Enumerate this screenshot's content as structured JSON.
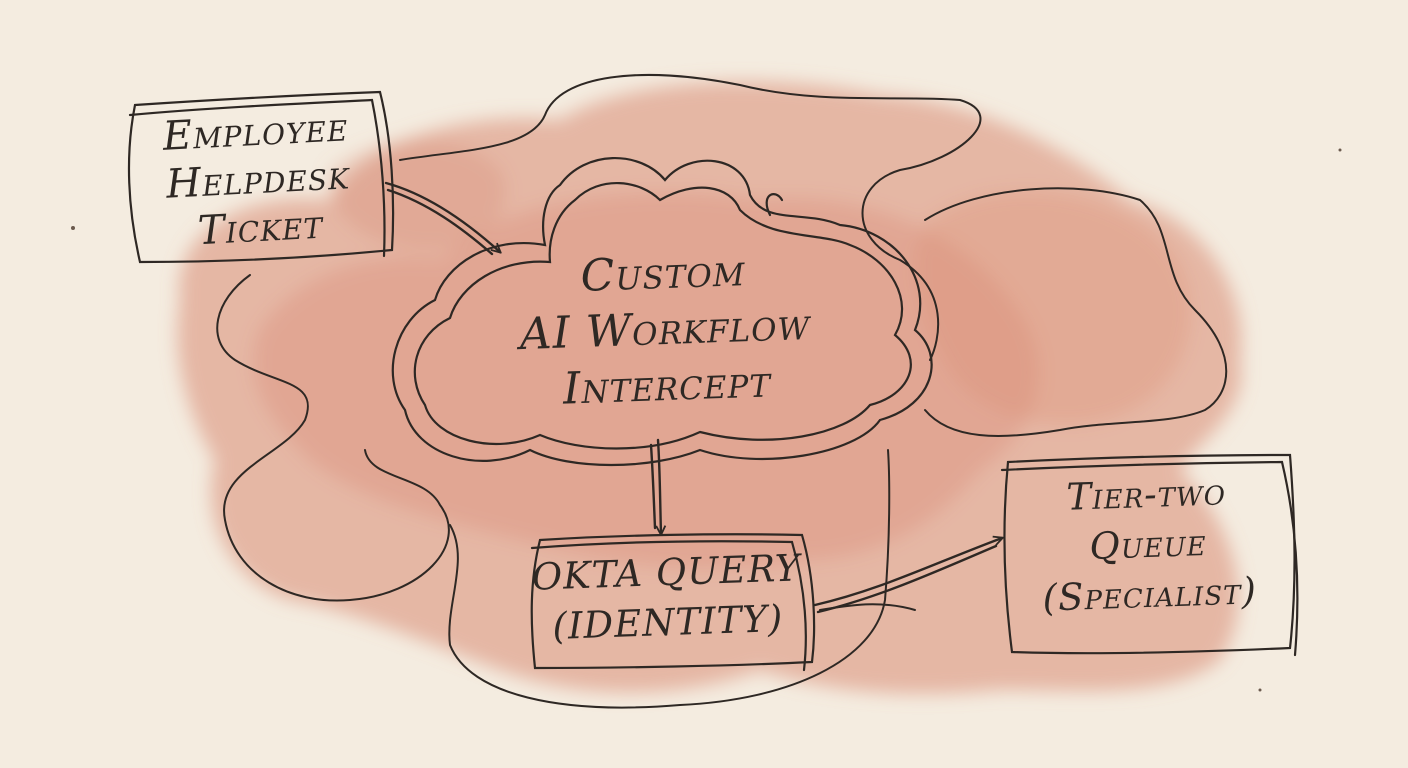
{
  "colors": {
    "paper": "#f4ece0",
    "wash": "#d98a72",
    "ink": "#2e2824"
  },
  "nodes": {
    "ticket": {
      "lines": [
        "Employee",
        "Helpdesk",
        "Ticket"
      ]
    },
    "intercept": {
      "lines": [
        "Custom",
        "AI Workflow",
        "Intercept"
      ]
    },
    "okta": {
      "lines": [
        "OKTA QUERY",
        "(IDENTITY)"
      ]
    },
    "queue": {
      "lines": [
        "Tier-two",
        "Queue",
        "(Specialist)"
      ]
    }
  },
  "edges": [
    {
      "from": "Employee Helpdesk Ticket",
      "to": "Custom AI Workflow Intercept"
    },
    {
      "from": "Custom AI Workflow Intercept",
      "to": "OKTA QUERY (IDENTITY)"
    },
    {
      "from": "OKTA QUERY (IDENTITY)",
      "to": "Tier-two Queue (Specialist)"
    }
  ]
}
